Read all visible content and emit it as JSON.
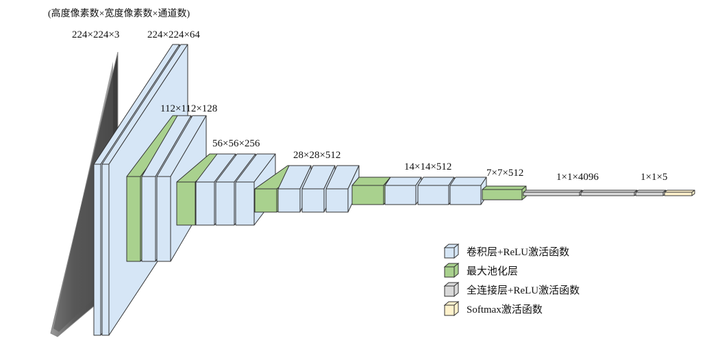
{
  "header_caption": "(高度像素数×宽度像素数×通道数)",
  "labels": {
    "input": "224×224×3",
    "conv1": "224×224×64",
    "conv2": "112×112×128",
    "conv3": "56×56×256",
    "conv4": "28×28×512",
    "conv5": "14×14×512",
    "pool5": "7×7×512",
    "fc": "1×1×4096",
    "softmax": "1×1×5"
  },
  "legend": [
    {
      "key": "conv",
      "label": "卷积层+ReLU激活函数"
    },
    {
      "key": "pool",
      "label": "最大池化层"
    },
    {
      "key": "fc",
      "label": "全连接层+ReLU激活函数"
    },
    {
      "key": "softmax",
      "label": "Softmax激活函数"
    }
  ],
  "colors": {
    "conv": "#d6e6f6",
    "pool": "#a9d18e",
    "fc": "#d9d9d9",
    "softmax": "#fff2cc",
    "edge": "#333333",
    "input_image": "#4a4a4a"
  }
}
